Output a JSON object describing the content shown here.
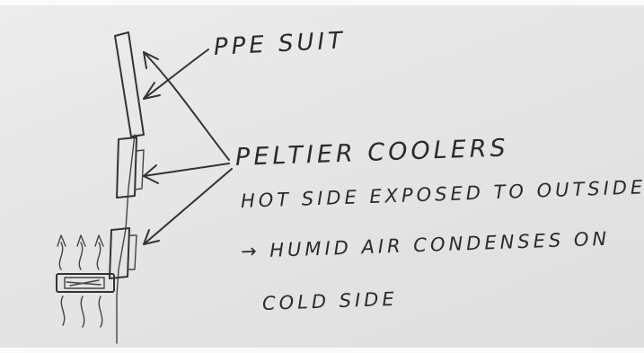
{
  "labels": {
    "suit": "PPE SUIT",
    "coolers": "PELTIER COOLERS",
    "line1": "HOT SIDE EXPOSED TO OUTSIDE",
    "line2": "→ HUMID AIR CONDENSES ON",
    "line3": "COLD SIDE"
  }
}
